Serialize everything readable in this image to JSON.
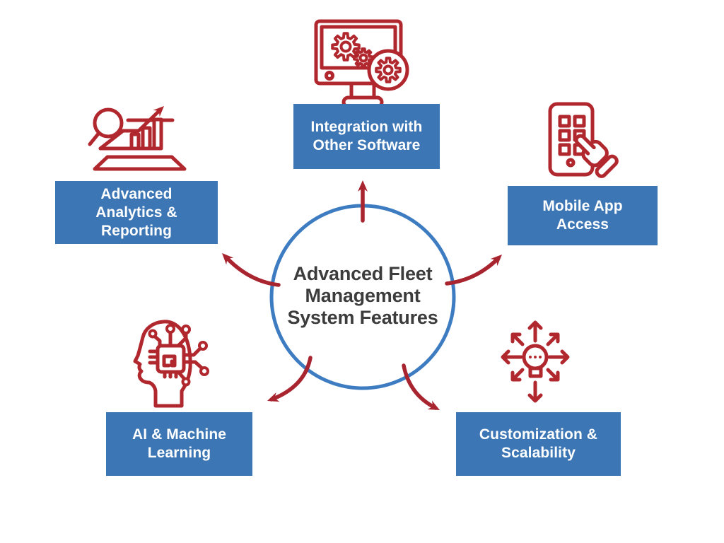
{
  "diagram": {
    "center": {
      "title": "Advanced Fleet\nManagement\nSystem Features"
    },
    "nodes": [
      {
        "id": "integration",
        "label": "Integration with\nOther Software",
        "icon": "monitor-gears-icon"
      },
      {
        "id": "mobile-app",
        "label": "Mobile App\nAccess",
        "icon": "mobile-touch-icon"
      },
      {
        "id": "customization",
        "label": "Customization &\nScalability",
        "icon": "expand-arrows-bulb-icon"
      },
      {
        "id": "ai-ml",
        "label": "AI & Machine\nLearning",
        "icon": "ai-head-chip-icon"
      },
      {
        "id": "analytics",
        "label": "Advanced\nAnalytics &\nReporting",
        "icon": "analytics-laptop-icon"
      }
    ],
    "colors": {
      "box_blue": "#3D76B5",
      "circle_blue": "#3E7CC2",
      "icon_red": "#B1272E",
      "arrow_red": "#A8242F",
      "title_text": "#3C3C3C",
      "label_text": "#FFFFFF",
      "background": "#FFFFFF"
    }
  }
}
